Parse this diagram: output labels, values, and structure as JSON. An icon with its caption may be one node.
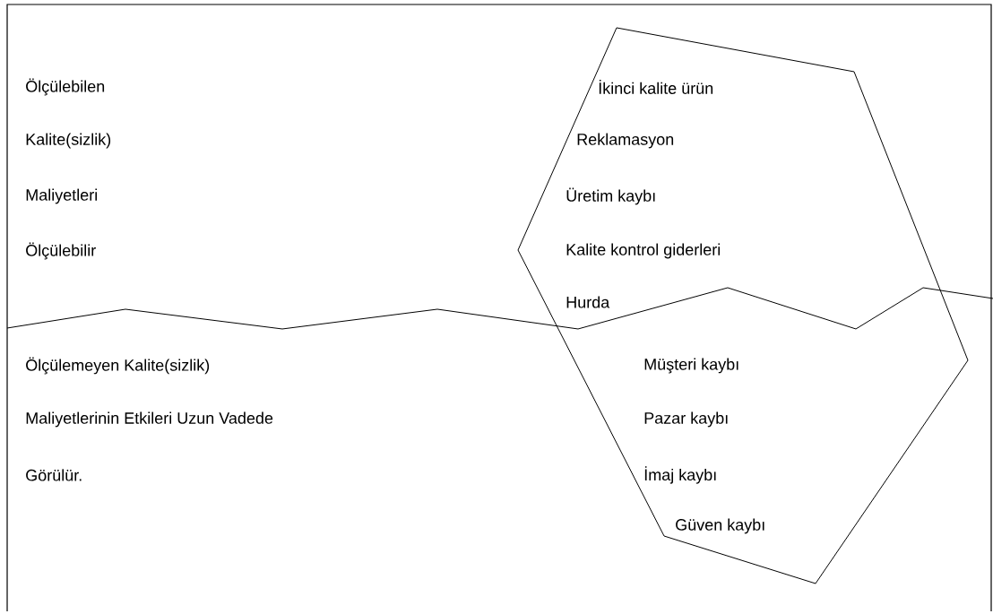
{
  "diagram": {
    "nodes": [
      {
        "text": [
          "İkinci kalite ürün",
          "Reklamasyon",
          "Üretim kaybı",
          "Kalite kontrol giderleri",
          "Hurda",
          "Müşteri kaybı",
          "Pazar kaybı",
          "İmaj kaybı",
          "Güven kaybı"
        ]
      }
    ],
    "labels": [
      "Ölçülebilen",
      "Kalite(sizlik)",
      "Maliyetleri",
      "Ölçülebilir",
      "Ölçülemeyen Kalite(sizlik)",
      "Maliyetlerinin Etkileri Uzun Vadede",
      "Görülür."
    ]
  }
}
